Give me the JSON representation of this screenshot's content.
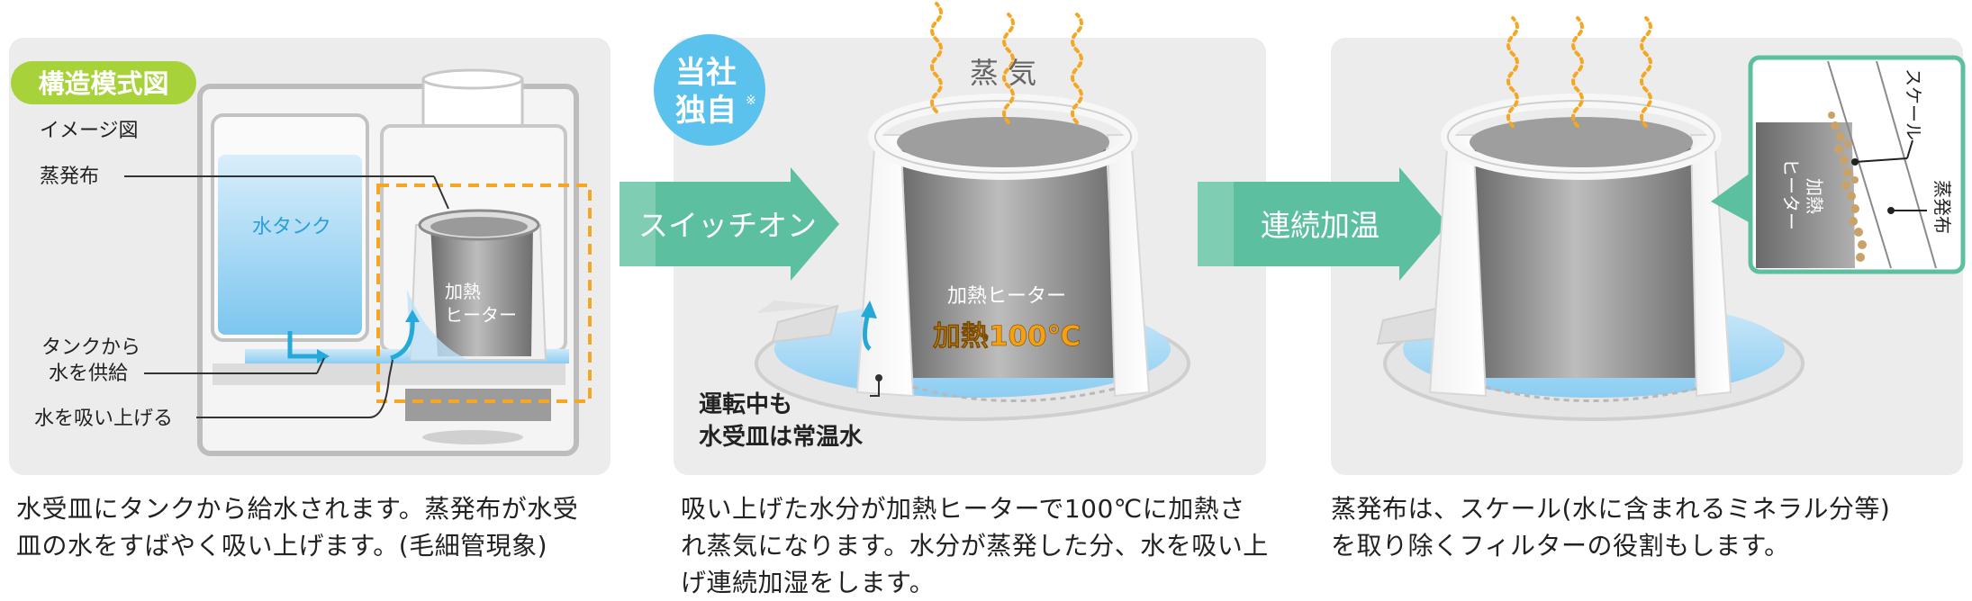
{
  "panel1": {
    "badge": "構造模式図",
    "image_note": "イメージ図",
    "label_evaporator_cloth": "蒸発布",
    "label_water_tank": "水タンク",
    "label_supply_line1": "タンクから",
    "label_supply_line2": "水を供給",
    "label_suck_up": "水を吸い上げる",
    "label_heater_line1": "加熱",
    "label_heater_line2": "ヒーター"
  },
  "panel2": {
    "badge_line1": "当社",
    "badge_line2": "独自",
    "badge_mark": "※",
    "arrow_label": "スイッチオン",
    "steam_label": "蒸 気",
    "heater_label": "加熱ヒーター",
    "heat_label": "加熱100℃",
    "note_line1": "運転中も",
    "note_line2": "水受皿は常温水"
  },
  "panel3": {
    "arrow_label": "連続加温",
    "zoom_scale": "スケール",
    "zoom_heater_line1": "ヒーター",
    "zoom_heater_line2": "加熱",
    "zoom_cloth": "蒸発布"
  },
  "captions": {
    "step1": "水受皿にタンクから給水されます。蒸発布が水受\n皿の水をすばやく吸い上げます。(毛細管現象)",
    "step2": "吸い上げた水分が加熱ヒーターで100℃に加熱さ\nれ蒸気になります。水分が蒸発した分、水を吸い上\nげ連続加湿をします。",
    "step3": "蒸発布は、スケール(水に含まれるミネラル分等)\nを取り除くフィルターの役割もします。"
  },
  "colors": {
    "panel_bg": "#ececec",
    "badge_green": "#a8d23a",
    "badge_blue": "#5bc2ee",
    "arrow_teal": "#5cbf9f",
    "steam_orange": "#f5a623",
    "water_blue": "#9fd4f2",
    "heat_orange": "#f5a012"
  }
}
